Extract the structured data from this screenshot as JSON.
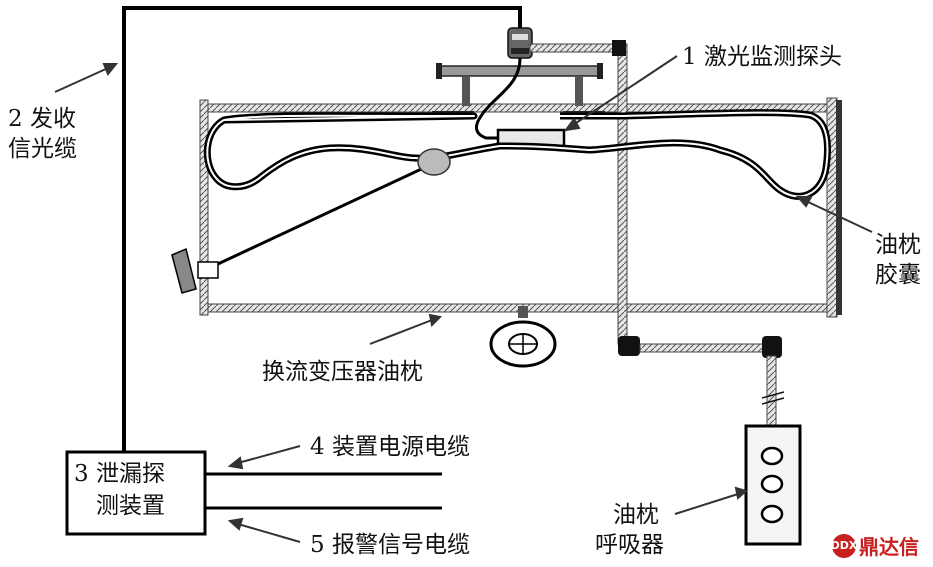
{
  "labels": {
    "probe": "1 激光监测探头",
    "cable_line1": "2 发收",
    "cable_line2": "信光缆",
    "device_line1": "3 泄漏探",
    "device_line2": "测装置",
    "power_cable": "4 装置电源电缆",
    "alarm_cable": "5 报警信号电缆",
    "bladder_line1": "油枕",
    "bladder_line2": "胶囊",
    "conservator": "换流变压器油枕",
    "breather_line1": "油枕",
    "breather_line2": "呼吸器"
  },
  "watermark": {
    "text": "鼎达信",
    "mark": "DDX",
    "color": "#c8201e"
  }
}
